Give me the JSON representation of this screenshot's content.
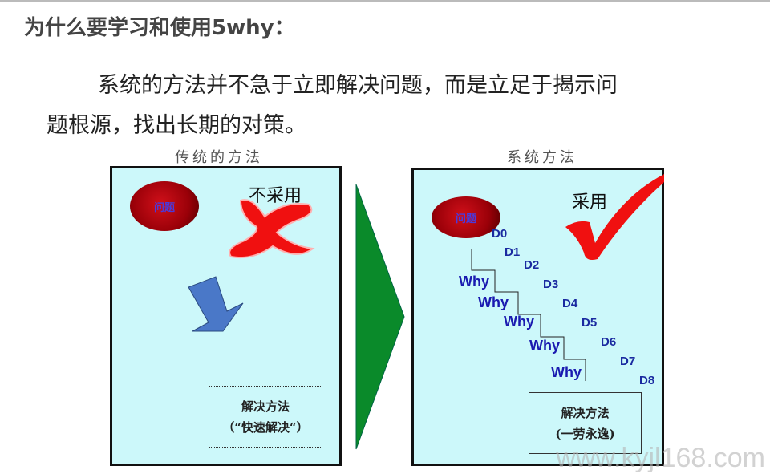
{
  "title": "为什么要学习和使用5why：",
  "paragraph": {
    "line1": "系统的方法并不急于立即解决问题，而是立足于揭示问",
    "line2": "题根源，找出长期的对策。"
  },
  "left": {
    "caption": "传统的方法",
    "problem": "问题",
    "verdict": "不采用",
    "solution_line1": "解决方法",
    "solution_line2": "（“快速解决“）"
  },
  "right": {
    "caption": "系统方法",
    "problem": "问题",
    "verdict": "采用",
    "whys": [
      "Why",
      "Why",
      "Why",
      "Why",
      "Why"
    ],
    "steps": [
      "D0",
      "D1",
      "D2",
      "D3",
      "D4",
      "D5",
      "D6",
      "D7",
      "D8"
    ],
    "solution_line1": "解决方法",
    "solution_line2": "(一劳永逸)"
  },
  "watermark": "www.kyjl168.com",
  "colors": {
    "box_bg": "#ccf8fa",
    "arrow_green": "#0a8a2a",
    "cross_red": "#f01010",
    "arrow_blue": "#4a78c8",
    "text_blue": "#1a1ab0"
  }
}
